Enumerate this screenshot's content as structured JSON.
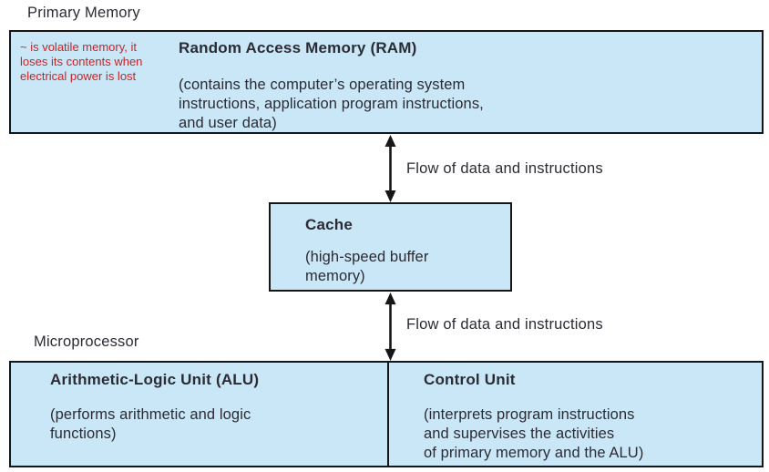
{
  "colors": {
    "box_fill": "#cae7f8",
    "box_border": "#161616",
    "text": "#2b2b33",
    "annotation": "#cc2222",
    "background": "#ffffff"
  },
  "labels": {
    "primary_memory": "Primary Memory",
    "microprocessor": "Microprocessor"
  },
  "ram": {
    "title": "Random Access Memory (RAM)",
    "description": "(contains the computer’s operating system\ninstructions, application program instructions,\nand user data)",
    "annotation": "~ is volatile memory, it\nloses its contents when\nelectrical power is lost"
  },
  "cache": {
    "title": "Cache",
    "description": "(high-speed buffer\nmemory)"
  },
  "alu": {
    "title": "Arithmetic-Logic Unit (ALU)",
    "description": "(performs arithmetic and logic\nfunctions)"
  },
  "control_unit": {
    "title": "Control Unit",
    "description": "(interprets program instructions\nand supervises the activities\nof primary memory and the ALU)"
  },
  "flow_labels": {
    "top": "Flow of data and instructions",
    "bottom": "Flow of data and instructions"
  }
}
